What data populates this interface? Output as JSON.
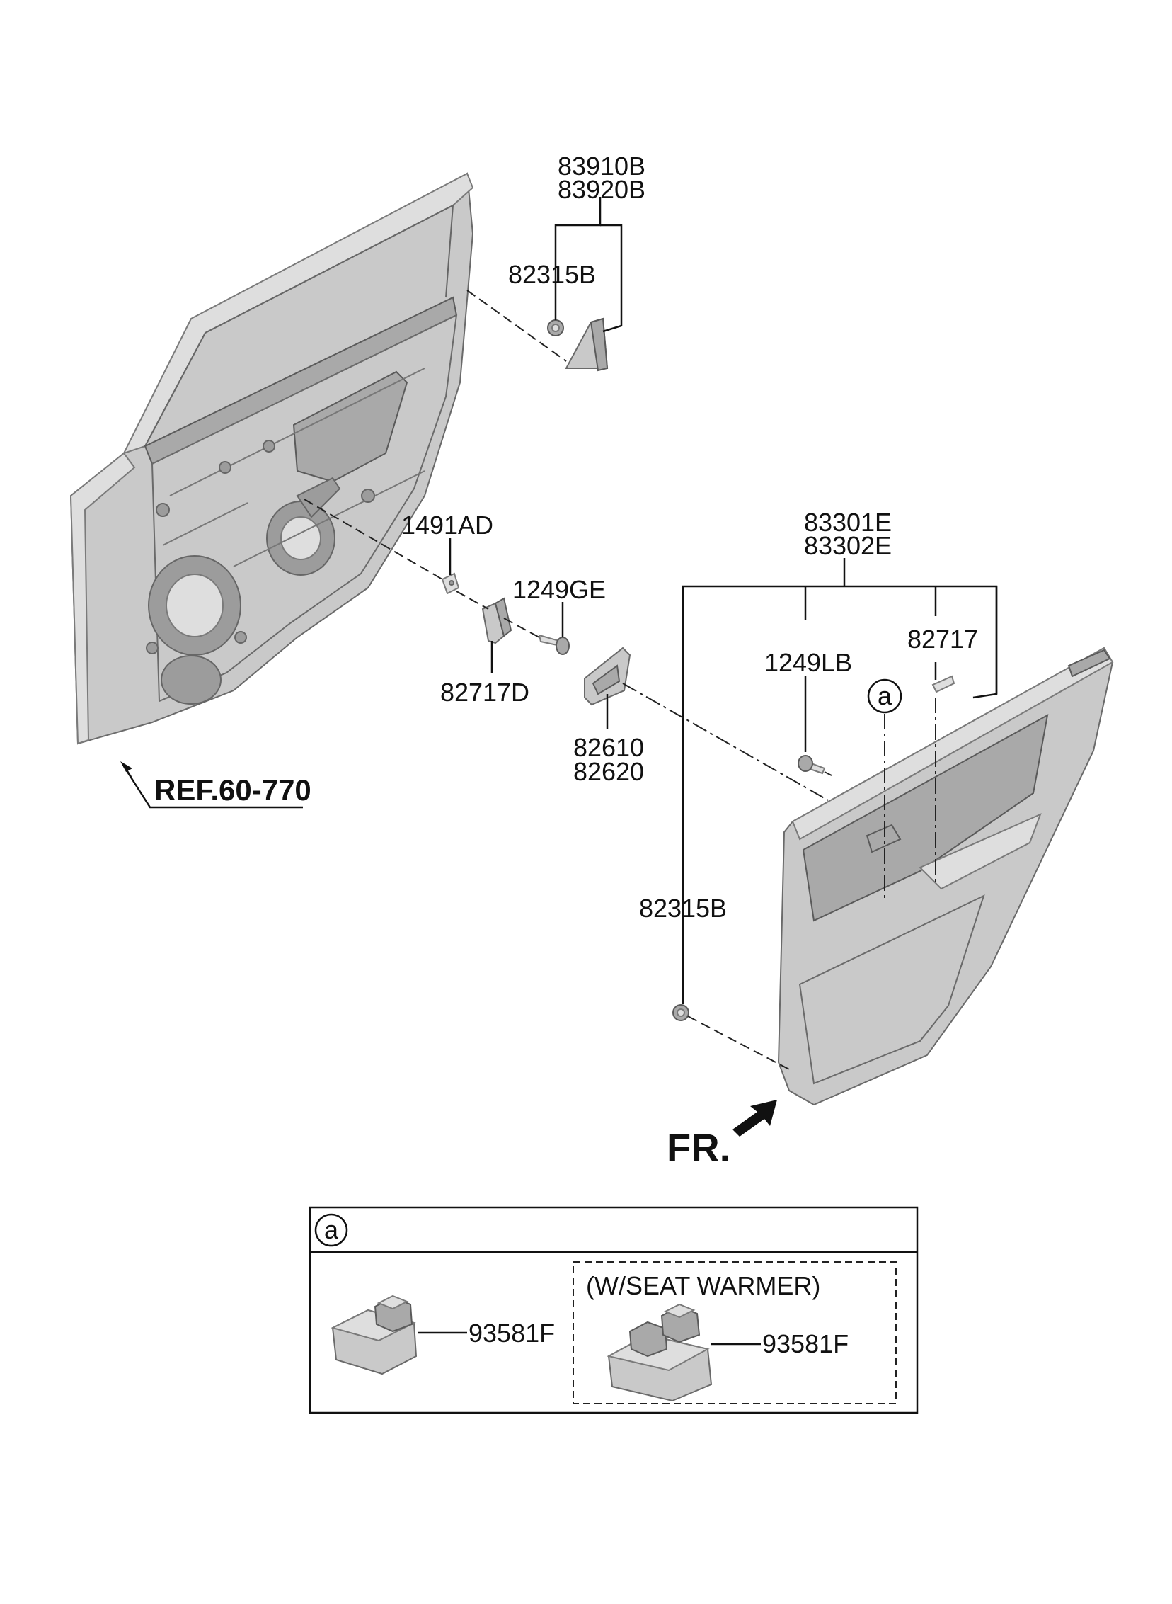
{
  "labels": {
    "p83910B": "83910B",
    "p83920B": "83920B",
    "p82315B_top": "82315B",
    "p1491AD": "1491AD",
    "p1249GE": "1249GE",
    "p82717D": "82717D",
    "p82610": "82610",
    "p82620": "82620",
    "p83301E": "83301E",
    "p83302E": "83302E",
    "p1249LB": "1249LB",
    "p82717": "82717",
    "p82315B_bottom": "82315B",
    "ref": "REF.60-770",
    "fr": "FR.",
    "callout_a": "a"
  },
  "detail_box": {
    "callout": "a",
    "left_part": "93581F",
    "option_title": "(W/SEAT WARMER)",
    "right_part": "93581F"
  }
}
